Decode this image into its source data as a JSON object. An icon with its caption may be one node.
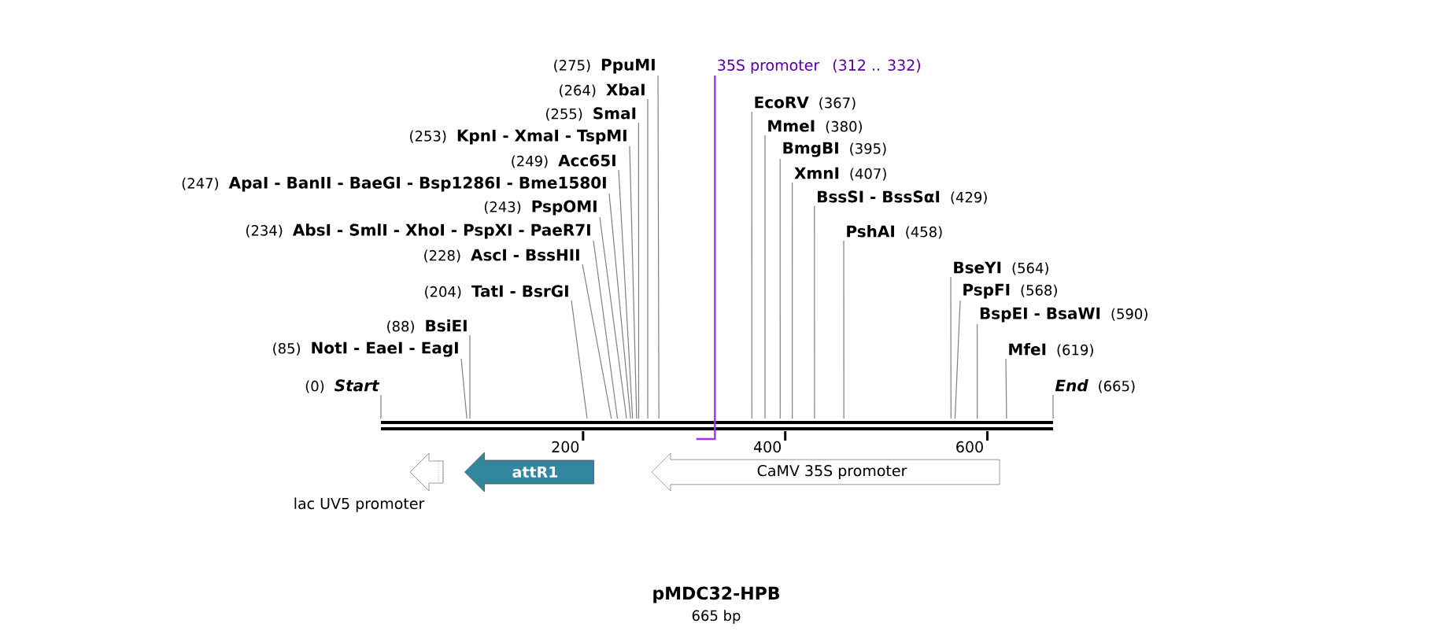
{
  "diagram": {
    "title": "pMDC32-HPB",
    "caption": "665 bp",
    "nodes": [
      {
        "text": [
          "(275)",
          "PpuMI"
        ]
      },
      {
        "text": [
          "35S promoter",
          "(312 .. 332)"
        ]
      },
      {
        "text": [
          "(264)",
          "XbaI"
        ]
      },
      {
        "text": [
          "EcoRV",
          "(367)"
        ]
      },
      {
        "text": [
          "(255)",
          "SmaI"
        ]
      },
      {
        "text": [
          "MmeI",
          "(380)"
        ]
      },
      {
        "text": [
          "(253)",
          "KpnI - XmaI - TspMI"
        ]
      },
      {
        "text": [
          "BmgBI",
          "(395)"
        ]
      },
      {
        "text": [
          "(249)",
          "Acc65I"
        ]
      },
      {
        "text": [
          "XmnI",
          "(407)"
        ]
      },
      {
        "text": [
          "(247)",
          "ApaI - BanII - BaeGI - Bsp1286I - Bme1580I"
        ]
      },
      {
        "text": [
          "BssSI - BssSαI",
          "(429)"
        ]
      },
      {
        "text": [
          "(243)",
          "PspOMI"
        ]
      },
      {
        "text": [
          "(234)",
          "AbsI - SmlI - XhoI - PspXI - PaeR7I"
        ]
      },
      {
        "text": [
          "PshAI",
          "(458)"
        ]
      },
      {
        "text": [
          "(228)",
          "AscI - BssHII"
        ]
      },
      {
        "text": [
          "BseYI",
          "(564)"
        ]
      },
      {
        "text": [
          "(204)",
          "TatI - BsrGI"
        ]
      },
      {
        "text": [
          "PspFI",
          "(568)"
        ]
      },
      {
        "text": [
          "BspEI - BsaWI",
          "(590)"
        ]
      },
      {
        "text": [
          "(88)",
          "BsiEI"
        ]
      },
      {
        "text": [
          "(85)",
          "NotI - EaeI - EagI"
        ]
      },
      {
        "text": [
          "MfeI",
          "(619)"
        ]
      },
      {
        "text": [
          "(0)",
          "Start"
        ]
      },
      {
        "text": [
          "End",
          "(665)"
        ]
      },
      {
        "text": [
          "lac UV5 promoter"
        ]
      },
      {
        "text": [
          "attR1"
        ]
      },
      {
        "text": [
          "CaMV 35S promoter"
        ]
      }
    ],
    "edges": [
      {
        "from": 0,
        "to": null,
        "arrow": "none"
      },
      {
        "from": 1,
        "to": null,
        "arrow": "none",
        "color": "#9b30ff"
      },
      {
        "from": 2,
        "to": null,
        "arrow": "none"
      },
      {
        "from": 3,
        "to": null,
        "arrow": "none"
      },
      {
        "from": 4,
        "to": null,
        "arrow": "none"
      },
      {
        "from": 5,
        "to": null,
        "arrow": "none"
      },
      {
        "from": 6,
        "to": null,
        "arrow": "none"
      },
      {
        "from": 7,
        "to": null,
        "arrow": "none"
      },
      {
        "from": 8,
        "to": null,
        "arrow": "none"
      },
      {
        "from": 9,
        "to": null,
        "arrow": "none"
      },
      {
        "from": 10,
        "to": null,
        "arrow": "none"
      },
      {
        "from": 11,
        "to": null,
        "arrow": "none"
      },
      {
        "from": 12,
        "to": null,
        "arrow": "none"
      },
      {
        "from": 13,
        "to": null,
        "arrow": "none"
      },
      {
        "from": 14,
        "to": null,
        "arrow": "none"
      },
      {
        "from": 15,
        "to": null,
        "arrow": "none"
      },
      {
        "from": 16,
        "to": null,
        "arrow": "none"
      },
      {
        "from": 17,
        "to": null,
        "arrow": "none"
      },
      {
        "from": 18,
        "to": null,
        "arrow": "none"
      },
      {
        "from": 19,
        "to": null,
        "arrow": "none"
      },
      {
        "from": 20,
        "to": null,
        "arrow": "none"
      },
      {
        "from": 21,
        "to": null,
        "arrow": "none"
      },
      {
        "from": 22,
        "to": null,
        "arrow": "none"
      },
      {
        "from": 23,
        "to": null,
        "arrow": "none"
      },
      {
        "from": 24,
        "to": null,
        "arrow": "none"
      }
    ],
    "labels": [
      "200",
      "400",
      "600"
    ]
  }
}
